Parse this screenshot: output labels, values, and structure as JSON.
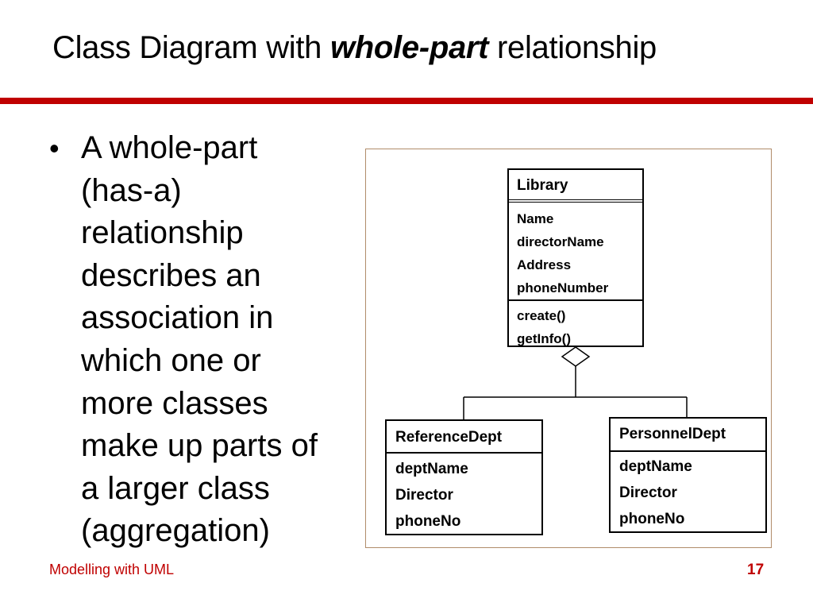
{
  "slide": {
    "title_pre": "Class Diagram with ",
    "title_emph": "whole-part",
    "title_post": " relationship",
    "bullet_symbol": "•",
    "bullet_lines": [
      "A whole-part",
      "(has-a)",
      "relationship",
      "describes an",
      "association in",
      "which one or",
      "more classes",
      "make up parts of",
      "a larger class",
      "(aggregation)"
    ]
  },
  "diagram": {
    "classes": {
      "library": {
        "name": "Library",
        "attributes": [
          "Name",
          "directorName",
          "Address",
          "phoneNumber"
        ],
        "operations": [
          "create()",
          "getInfo()"
        ]
      },
      "reference_dept": {
        "name": "ReferenceDept",
        "attributes": [
          "deptName",
          "Director",
          "phoneNo"
        ]
      },
      "personnel_dept": {
        "name": "PersonnelDept",
        "attributes": [
          "deptName",
          "Director",
          "phoneNo"
        ]
      }
    }
  },
  "footer": {
    "course": "Modelling with UML",
    "page_number": "17"
  },
  "colors": {
    "title_rule": "#c00000",
    "footer_text": "#c00000",
    "diagram_frame": "#b08c6a",
    "text": "#000000",
    "background": "#ffffff"
  }
}
